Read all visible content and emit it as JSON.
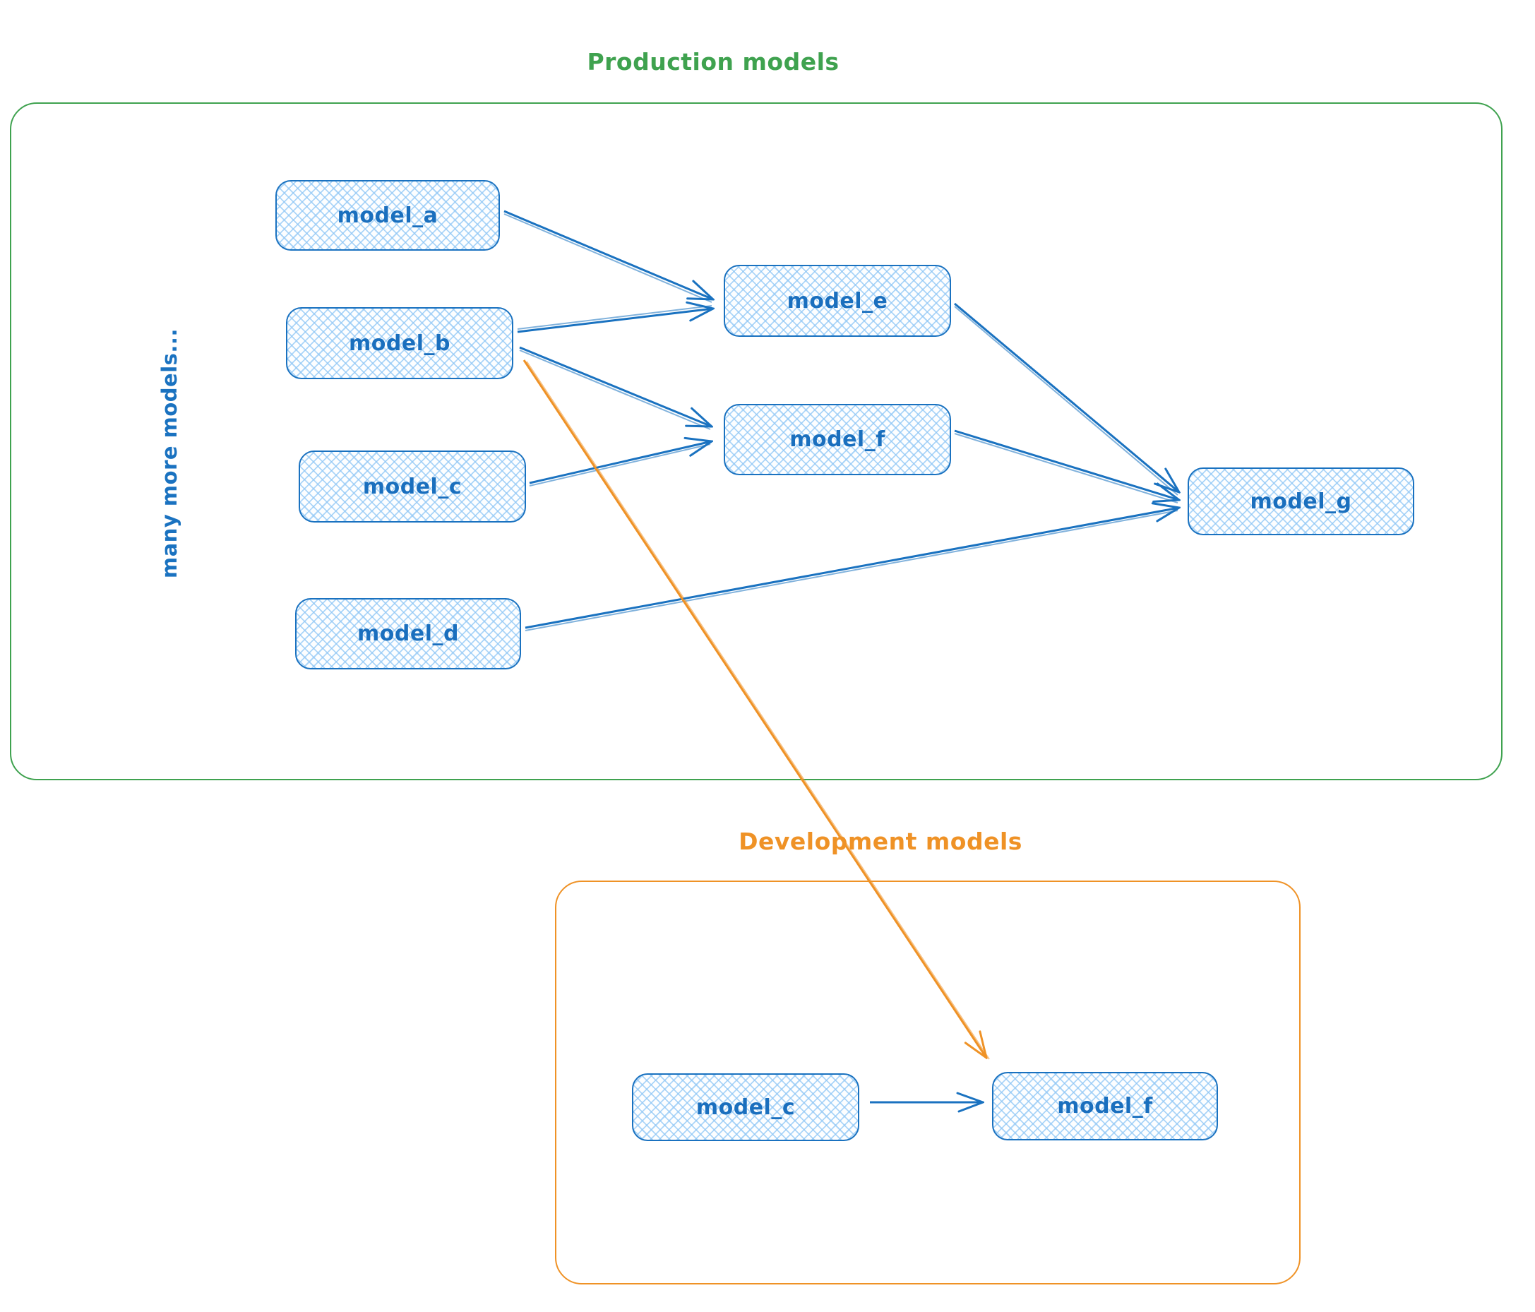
{
  "diagram": {
    "colors": {
      "node_stroke": "#1a72c0",
      "node_fill": "#a5d8ff",
      "production_accent": "#3fa24f",
      "development_accent": "#ef9226"
    },
    "production": {
      "title": "Production models",
      "side_note": "many more models...",
      "nodes": [
        {
          "id": "model_a",
          "label": "model_a"
        },
        {
          "id": "model_b",
          "label": "model_b"
        },
        {
          "id": "model_c",
          "label": "model_c"
        },
        {
          "id": "model_d",
          "label": "model_d"
        },
        {
          "id": "model_e",
          "label": "model_e"
        },
        {
          "id": "model_f",
          "label": "model_f"
        },
        {
          "id": "model_g",
          "label": "model_g"
        }
      ]
    },
    "development": {
      "title": "Development models",
      "nodes": [
        {
          "id": "model_c",
          "label": "model_c"
        },
        {
          "id": "model_f",
          "label": "model_f"
        }
      ]
    },
    "edges": [
      {
        "from": "production.model_a",
        "to": "production.model_e",
        "color": "blue"
      },
      {
        "from": "production.model_b",
        "to": "production.model_e",
        "color": "blue"
      },
      {
        "from": "production.model_b",
        "to": "production.model_f",
        "color": "blue"
      },
      {
        "from": "production.model_c",
        "to": "production.model_f",
        "color": "blue"
      },
      {
        "from": "production.model_e",
        "to": "production.model_g",
        "color": "blue"
      },
      {
        "from": "production.model_f",
        "to": "production.model_g",
        "color": "blue"
      },
      {
        "from": "production.model_d",
        "to": "production.model_g",
        "color": "blue"
      },
      {
        "from": "development.model_c",
        "to": "development.model_f",
        "color": "blue"
      },
      {
        "from": "production.model_b",
        "to": "development.model_f",
        "color": "orange"
      }
    ]
  }
}
